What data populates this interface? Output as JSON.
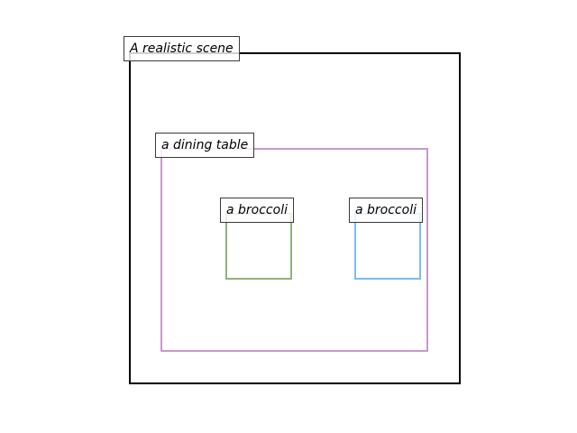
{
  "scene": {
    "label": "A realistic scene",
    "color": "#000000"
  },
  "table": {
    "label": "a dining table",
    "color": "#c799c9"
  },
  "broccoli_left": {
    "label": "a broccoli",
    "color": "#8fb27c"
  },
  "broccoli_right": {
    "label": "a broccoli",
    "color": "#79bdf1"
  }
}
